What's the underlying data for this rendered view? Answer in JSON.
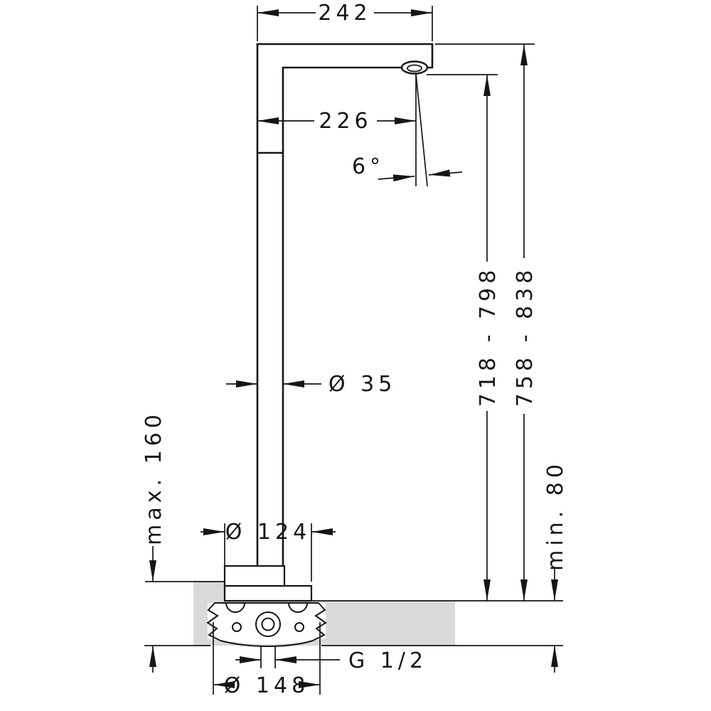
{
  "diagram": {
    "type": "technical-dimension-drawing",
    "subject": "Freestanding bath spout with concealed floor installation unit",
    "units": "mm",
    "dimensions": {
      "spout_reach": "242",
      "spout_offset": "226",
      "spout_angle": "6°",
      "height_to_spout": "718 - 798",
      "height_overall": "758 - 838",
      "riser_diameter": "Ø 35",
      "floor_buildup_max": "max. 160",
      "escutcheon_diameter": "Ø 124",
      "floor_buildup_min": "min. 80",
      "connection_thread": "G 1/2",
      "installation_body_diameter": "Ø 148"
    },
    "colors": {
      "line": "#161616",
      "floor_fill": "#d9d9d9",
      "background": "#ffffff"
    }
  }
}
